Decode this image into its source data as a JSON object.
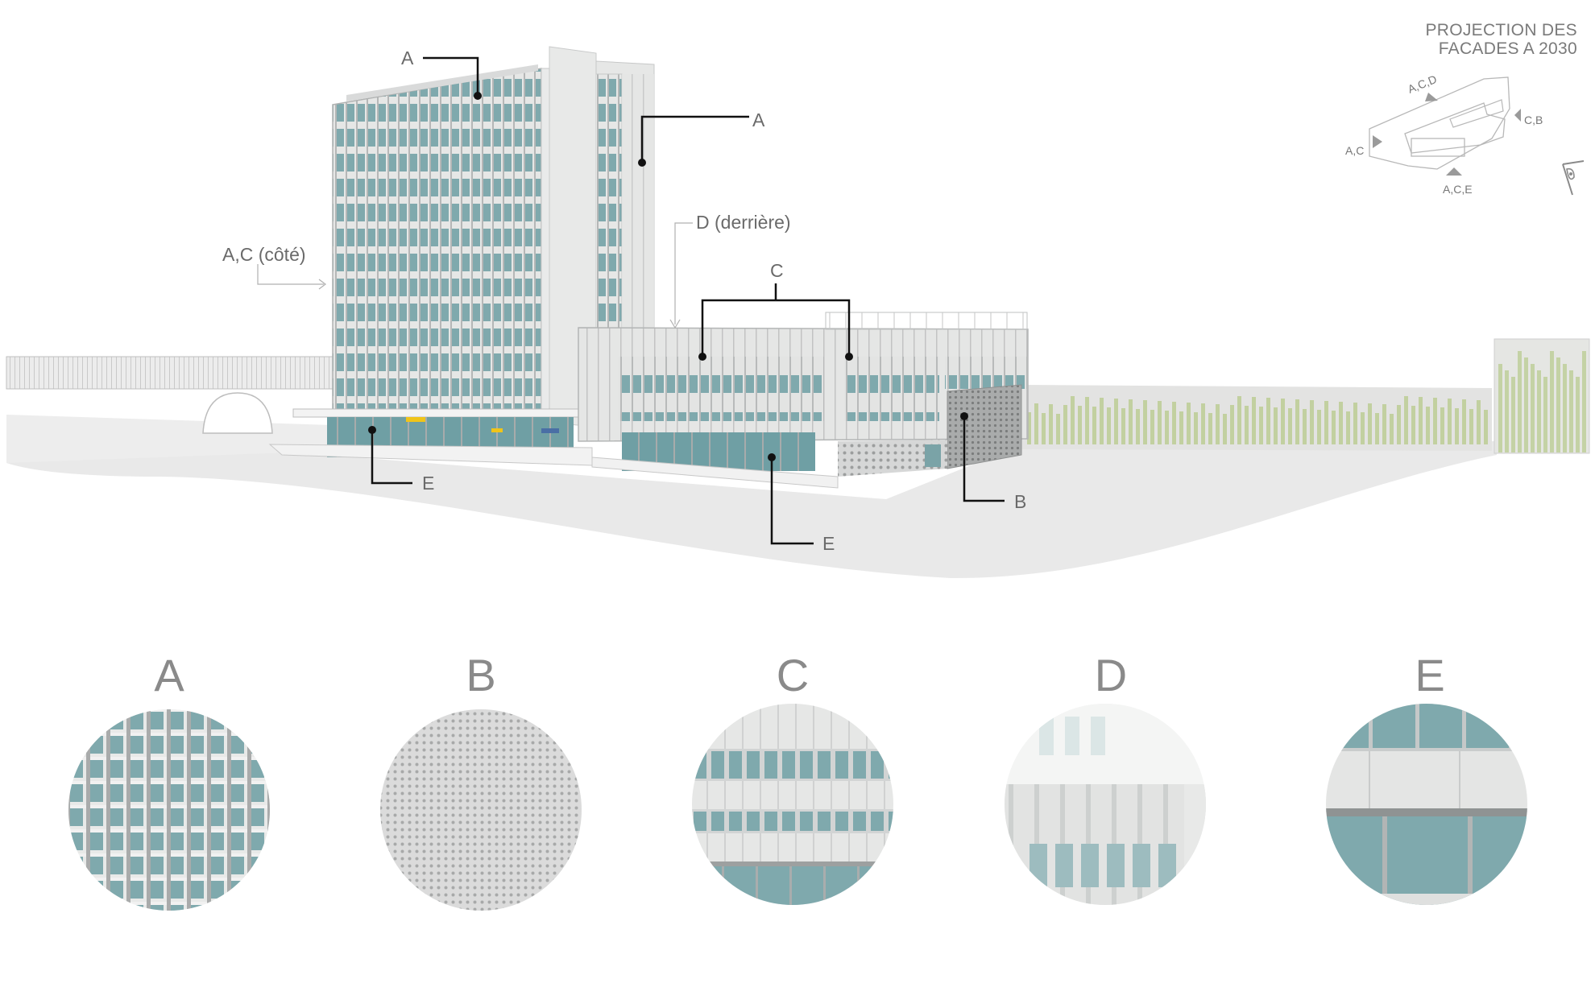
{
  "title": {
    "line1": "PROJECTION DES",
    "line2": "FACADES A 2030"
  },
  "site_plan": {
    "labels": [
      "A,C,D",
      "C,B",
      "A,C",
      "A,C,E"
    ],
    "icon": "eye-icon"
  },
  "callouts": {
    "tower_a_left": "A",
    "tower_a_right": "A",
    "d_behind": "D (derrière)",
    "ac_side": "A,C (côté)",
    "c_annex": "C",
    "e_left": "E",
    "e_right": "E",
    "b_side": "B"
  },
  "legend": [
    {
      "key": "A",
      "swatch": "tower-curtain-wall"
    },
    {
      "key": "B",
      "swatch": "perforated-metal"
    },
    {
      "key": "C",
      "swatch": "stone-ribbon-windows"
    },
    {
      "key": "D",
      "swatch": "frosted-glass-facade"
    },
    {
      "key": "E",
      "swatch": "ground-floor-glazing"
    }
  ],
  "colors": {
    "glass": "#7fa9ad",
    "glass_dark": "#5f8f95",
    "stone": "#dfe0df",
    "stone_light": "#ececeb",
    "frame": "#a9abab",
    "ground": "#e9e9e9",
    "leader": "#111111",
    "hedge": "#b7c98a"
  }
}
